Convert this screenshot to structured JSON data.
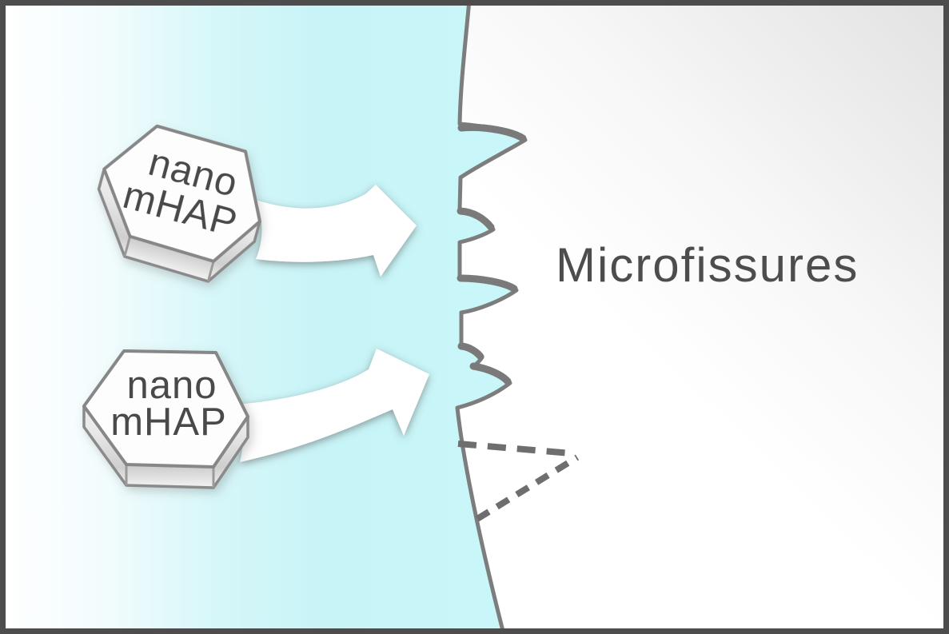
{
  "diagram": {
    "title_label": "Microfissures",
    "particles": [
      {
        "line1": "nano",
        "line2": "mHAP"
      },
      {
        "line1": "nano",
        "line2": "mHAP"
      }
    ],
    "icons": {
      "arrow_icon": "curved-right-arrow",
      "particle_icon": "hexagon-3d-tablet",
      "hidden_fissure_icon": "dashed-v-lines"
    },
    "colors": {
      "fluid_cyan": "#c9f4f7",
      "outline_gray": "#7d7d7d",
      "dashed_gray": "#6e6e6e",
      "frame_border": "#4d4d4d",
      "label_text": "#4d4d4d",
      "particle_text": "#4a4a4a",
      "surface_shade": "#e2e2e2"
    }
  }
}
